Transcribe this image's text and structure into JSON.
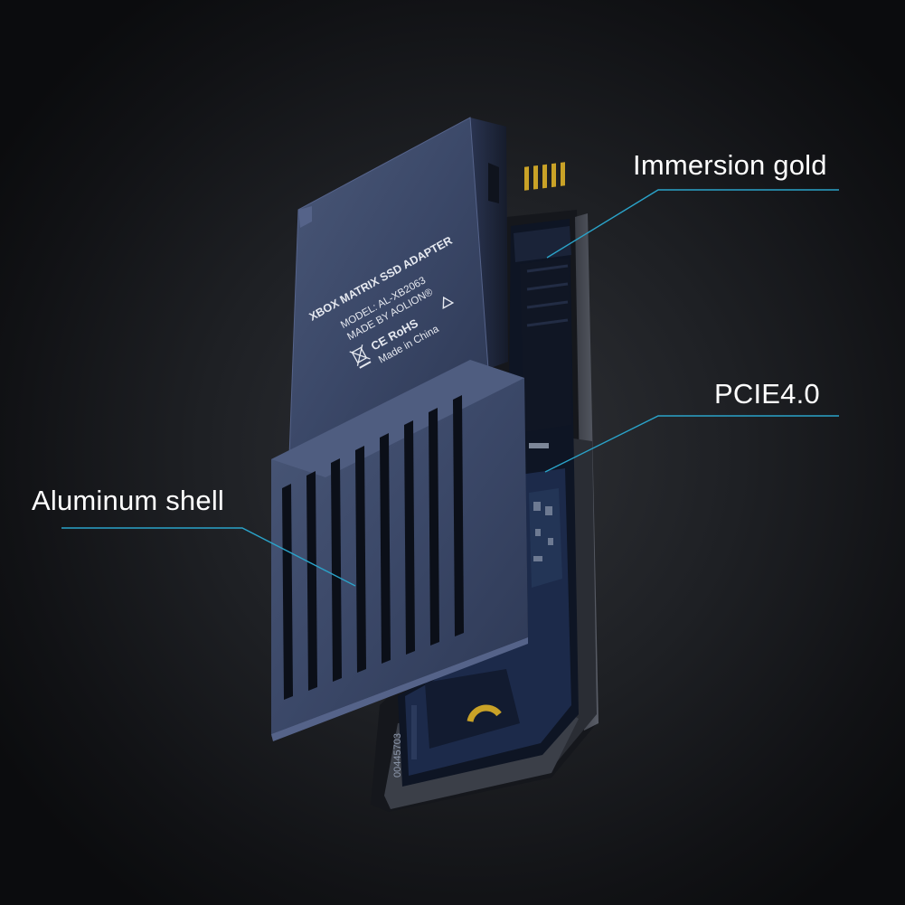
{
  "callouts": {
    "immersion_gold": "Immersion gold",
    "pcie": "PCIE4.0",
    "aluminum_shell": "Aluminum shell"
  },
  "engraving": {
    "product_name": "XBOX MATRIX SSD ADAPTER",
    "model": "MODEL: AL-XB2063",
    "maker": "MADE BY AOLION®",
    "certifications": "CE RoHS",
    "origin": "Made in China"
  },
  "pcb_marking": "00445703",
  "colors": {
    "shell": "#3a4766",
    "shell_dark": "#232b3f",
    "pcb": "#1c2a4a",
    "gold": "#c9a227",
    "callout_line": "#2aa3c9",
    "background": "#1e2024"
  }
}
